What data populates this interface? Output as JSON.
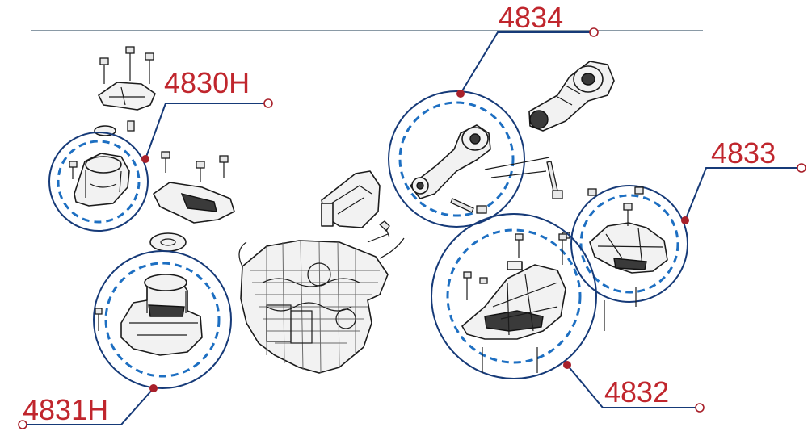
{
  "callouts": [
    {
      "id": "4830H",
      "label": "4830H"
    },
    {
      "id": "4831H",
      "label": "4831H"
    },
    {
      "id": "4832",
      "label": "4832"
    },
    {
      "id": "4833",
      "label": "4833"
    },
    {
      "id": "4834",
      "label": "4834"
    }
  ],
  "colors": {
    "label": "#c0262d",
    "leader": "#163a78",
    "dashed_ring": "#1d6fc2",
    "part_outline": "#1b1b1b"
  }
}
